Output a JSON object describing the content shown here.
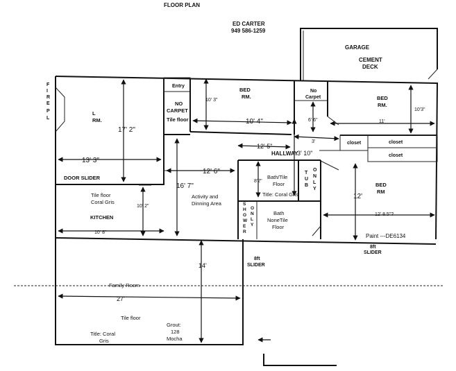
{
  "header": {
    "title": "FLOOR PLAN",
    "owner": "ED CARTER",
    "phone": "949 586-1259"
  },
  "rooms": {
    "garage": "GARAGE",
    "cement": "CEMENT",
    "deck": "DECK",
    "fire_pl": [
      "F",
      "I",
      "R",
      "E",
      "",
      "P",
      "L"
    ],
    "lrm_l": "L",
    "lrm_rm": "RM.",
    "entry": "Entry",
    "no_carpet_1": "NO",
    "no_carpet_2": "CARPET",
    "tile_floor_entry": "Tile floor",
    "bed1_a": "BED",
    "bed1_b": "RM.",
    "no_carpet_small_1": "No",
    "no_carpet_small_2": "Carpet",
    "bed2_a": "BED",
    "bed2_b": "RM.",
    "closet_1": "closet",
    "closet_2": "closet",
    "closet_3": "closet",
    "hallway": "HALLWAY",
    "door_slider": "DOOR SLIDER",
    "activity_1": "Activity and",
    "activity_2": "Dinning Area",
    "bath_tile_1": "Bath/Tile",
    "bath_tile_2": "Floor",
    "bath_title": "Title: Coral Gris",
    "tub_only": [
      "T",
      "U",
      "B",
      "",
      "O",
      "N",
      "L",
      "Y"
    ],
    "bed3_a": "BED",
    "bed3_b": "RM",
    "kitchen_tile_1": "Tile floor",
    "kitchen_tile_2": "Coral Gris",
    "kitchen": "KITCHEN",
    "shower_only": [
      "S",
      "H",
      "O",
      "W",
      "E",
      "R",
      "",
      "O",
      "N",
      "L",
      "Y"
    ],
    "bath2_1": "Bath",
    "bath2_2": "NoneTile",
    "bath2_3": "Floor",
    "paint": "Paint ---DE6134",
    "slider_r_1": "8ft",
    "slider_r_2": "SLIDER",
    "slider_c_1": "8ft",
    "slider_c_2": "SLIDER",
    "family_room": "Family Room",
    "family_tile": "Tile floor",
    "family_title_1": "Title: Coral",
    "family_title_2": "Gris",
    "grout_1": "Grout:",
    "grout_2": "128",
    "grout_3": "Mocha"
  },
  "dimensions": {
    "d_10_3_bed": "10' 3\"",
    "d_10_4": "10' 4\"",
    "d_10_3_right": "10'3\"",
    "d_6_6": "6' 6\"",
    "d_11": "11'",
    "d_3": "3'",
    "d_17_2": "17' 2\"",
    "d_13_3": "13' 3\"",
    "d_12_5": "12' 5\"",
    "d_3_10": "3' 10\"",
    "d_12_6": "12' 6\"",
    "d_16_7": "16' 7\"",
    "d_8_2": "8'2\"",
    "d_12": "12'",
    "d_10_2": "10' 2\"",
    "d_12_8_5": "12' 8.5\"?",
    "d_10_8": "10' 8\"",
    "d_14": "14'",
    "d_27": "27'"
  }
}
